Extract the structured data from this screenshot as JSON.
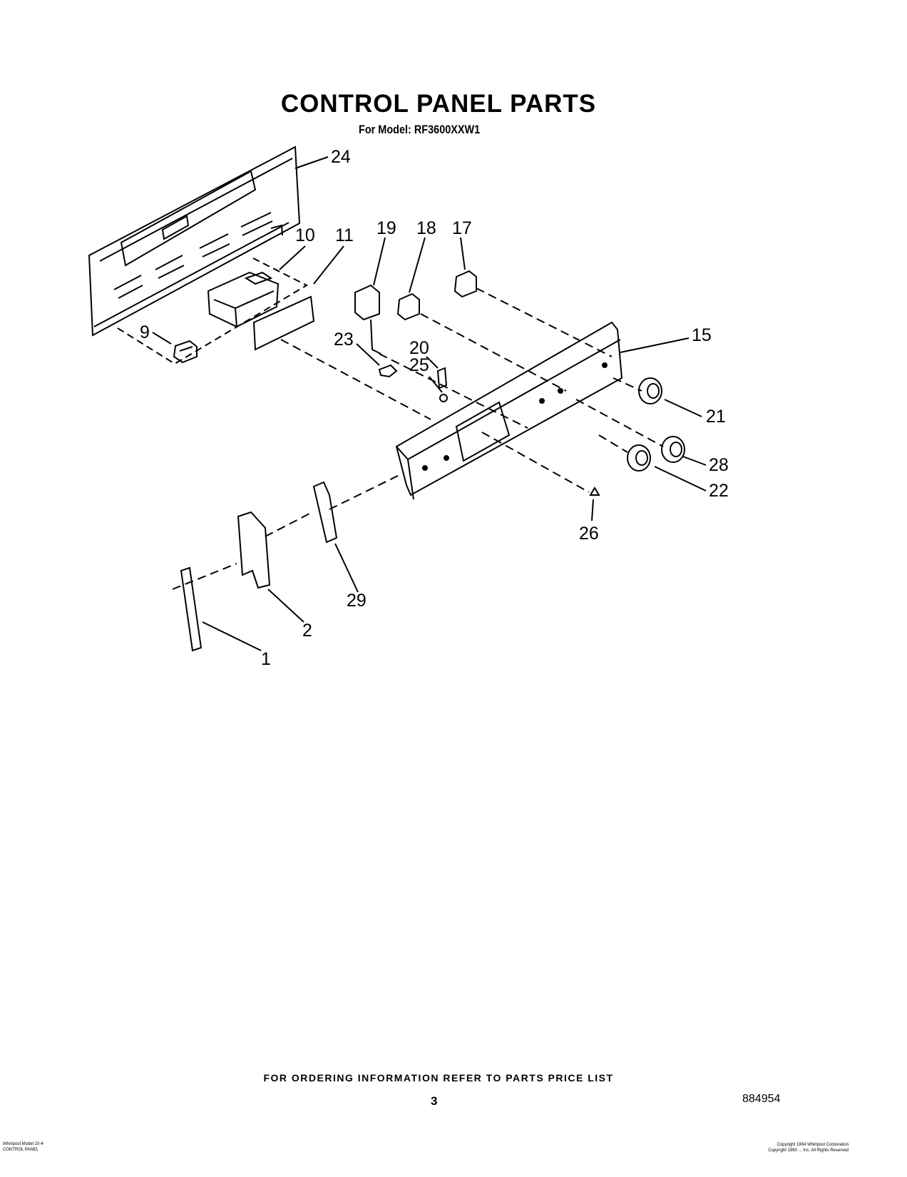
{
  "header": {
    "title": "CONTROL PANEL PARTS",
    "subtitle": "For Model: RF3600XXW1"
  },
  "callouts": [
    {
      "number": "24"
    },
    {
      "number": "10"
    },
    {
      "number": "11"
    },
    {
      "number": "19"
    },
    {
      "number": "18"
    },
    {
      "number": "17"
    },
    {
      "number": "9"
    },
    {
      "number": "23"
    },
    {
      "number": "20"
    },
    {
      "number": "25"
    },
    {
      "number": "15"
    },
    {
      "number": "21"
    },
    {
      "number": "28"
    },
    {
      "number": "22"
    },
    {
      "number": "26"
    },
    {
      "number": "29"
    },
    {
      "number": "2"
    },
    {
      "number": "1"
    }
  ],
  "footer": {
    "ordering_info": "FOR ORDERING INFORMATION REFER TO PARTS PRICE LIST",
    "page_number": "3",
    "document_number": "884954",
    "fine_print_left": "Whirlpool Model 10-4\nCONTROL PANEL",
    "fine_print_right": "Copyright 1994 Whirlpool Corporation\nCopyright 1990 ... Inc. All Rights Reserved"
  }
}
